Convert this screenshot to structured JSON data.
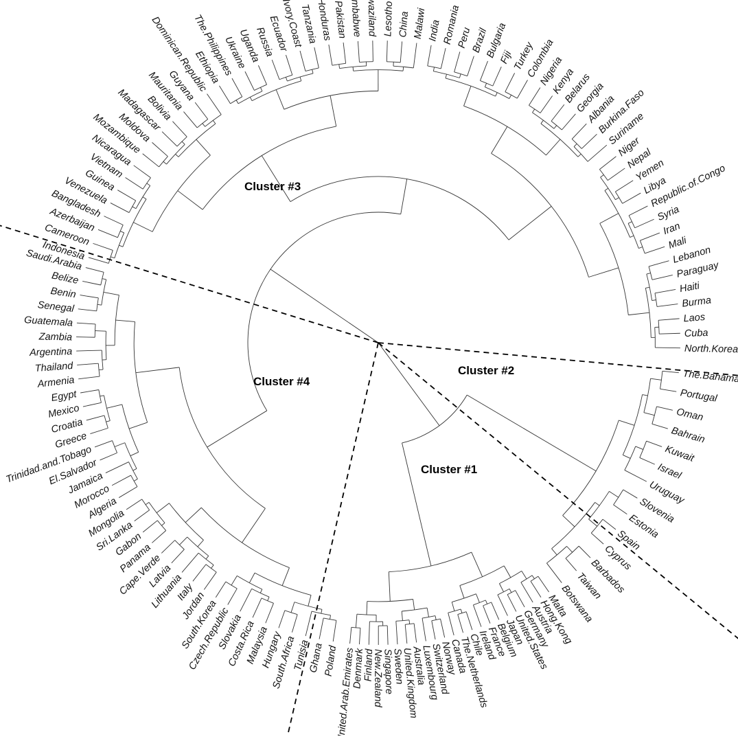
{
  "cluster_labels": [
    "Cluster #1",
    "Cluster #2",
    "Cluster #3",
    "Cluster #4"
  ],
  "clusters": [
    {
      "name": "Cluster #1",
      "countries": [
        "United.Arab.Emirates",
        "Denmark",
        "Finland",
        "New.Zealand",
        "Singapore",
        "Sweden",
        "United.Kingdom",
        "Australia",
        "Luxembourg",
        "Switzerland",
        "Norway",
        "Canada",
        "The.Netherlands",
        "Chile",
        "Ireland",
        "France",
        "Belgium",
        "Japan",
        "United.States",
        "Germany",
        "Austria",
        "Hong.Kong",
        "Malta"
      ]
    },
    {
      "name": "Cluster #2",
      "countries": [
        "Botswana",
        "Taiwan",
        "Barbados",
        "Cyprus",
        "Spain",
        "Estonia",
        "Slovenia",
        "Uruguay",
        "Israel",
        "Kuwait",
        "Bahrain",
        "Oman",
        "Portugal",
        "The.Bahamas"
      ]
    },
    {
      "name": "Cluster #3",
      "countries": [
        "North.Korea",
        "Cuba",
        "Laos",
        "Burma",
        "Haiti",
        "Paraguay",
        "Lebanon",
        "Mali",
        "Iran",
        "Syria",
        "Republic.of.Congo",
        "Libya",
        "Yemen",
        "Nepal",
        "Niger",
        "Suriname",
        "Burkina.Faso",
        "Albania",
        "Georgia",
        "Belarus",
        "Kenya",
        "Nigeria",
        "Colombia",
        "Turkey",
        "Fiji",
        "Bulgaria",
        "Brazil",
        "Peru",
        "Romania",
        "India",
        "Malawi",
        "China",
        "Lesotho",
        "Swaziland",
        "Zimbabwe",
        "Pakistan",
        "Honduras",
        "Tanzania",
        "Ivory.Coast",
        "Ecuador",
        "Russia",
        "Uganda",
        "Ukraine",
        "The.Philippines",
        "Ethiopia",
        "Dominican.Republic",
        "Guyana",
        "Mauritania",
        "Bolivia",
        "Madagascar",
        "Moldova",
        "Mozambique",
        "Nicaragua",
        "Vietnam",
        "Guinea",
        "Venezuela",
        "Bangladesh",
        "Azerbaijan",
        "Cameroon",
        "Indonesia"
      ]
    },
    {
      "name": "Cluster #4",
      "countries": [
        "Saudi.Arabia",
        "Belize",
        "Benin",
        "Senegal",
        "Guatemala",
        "Zambia",
        "Argentina",
        "Thailand",
        "Armenia",
        "Egypt",
        "Mexico",
        "Croatia",
        "Greece",
        "Trinidad.and.Tobago",
        "El.Salvador",
        "Jamaica",
        "Morocco",
        "Algeria",
        "Mongolia",
        "Sri.Lanka",
        "Gabon",
        "Panama",
        "Cape.Verde",
        "Latvia",
        "Lithuania",
        "Italy",
        "Jordan",
        "South.Korea",
        "Czech.Republic",
        "Slovakia",
        "Costa.Rica",
        "Malaysia",
        "Hungary",
        "South.Africa",
        "Tunisia",
        "Ghana",
        "Poland"
      ]
    }
  ]
}
